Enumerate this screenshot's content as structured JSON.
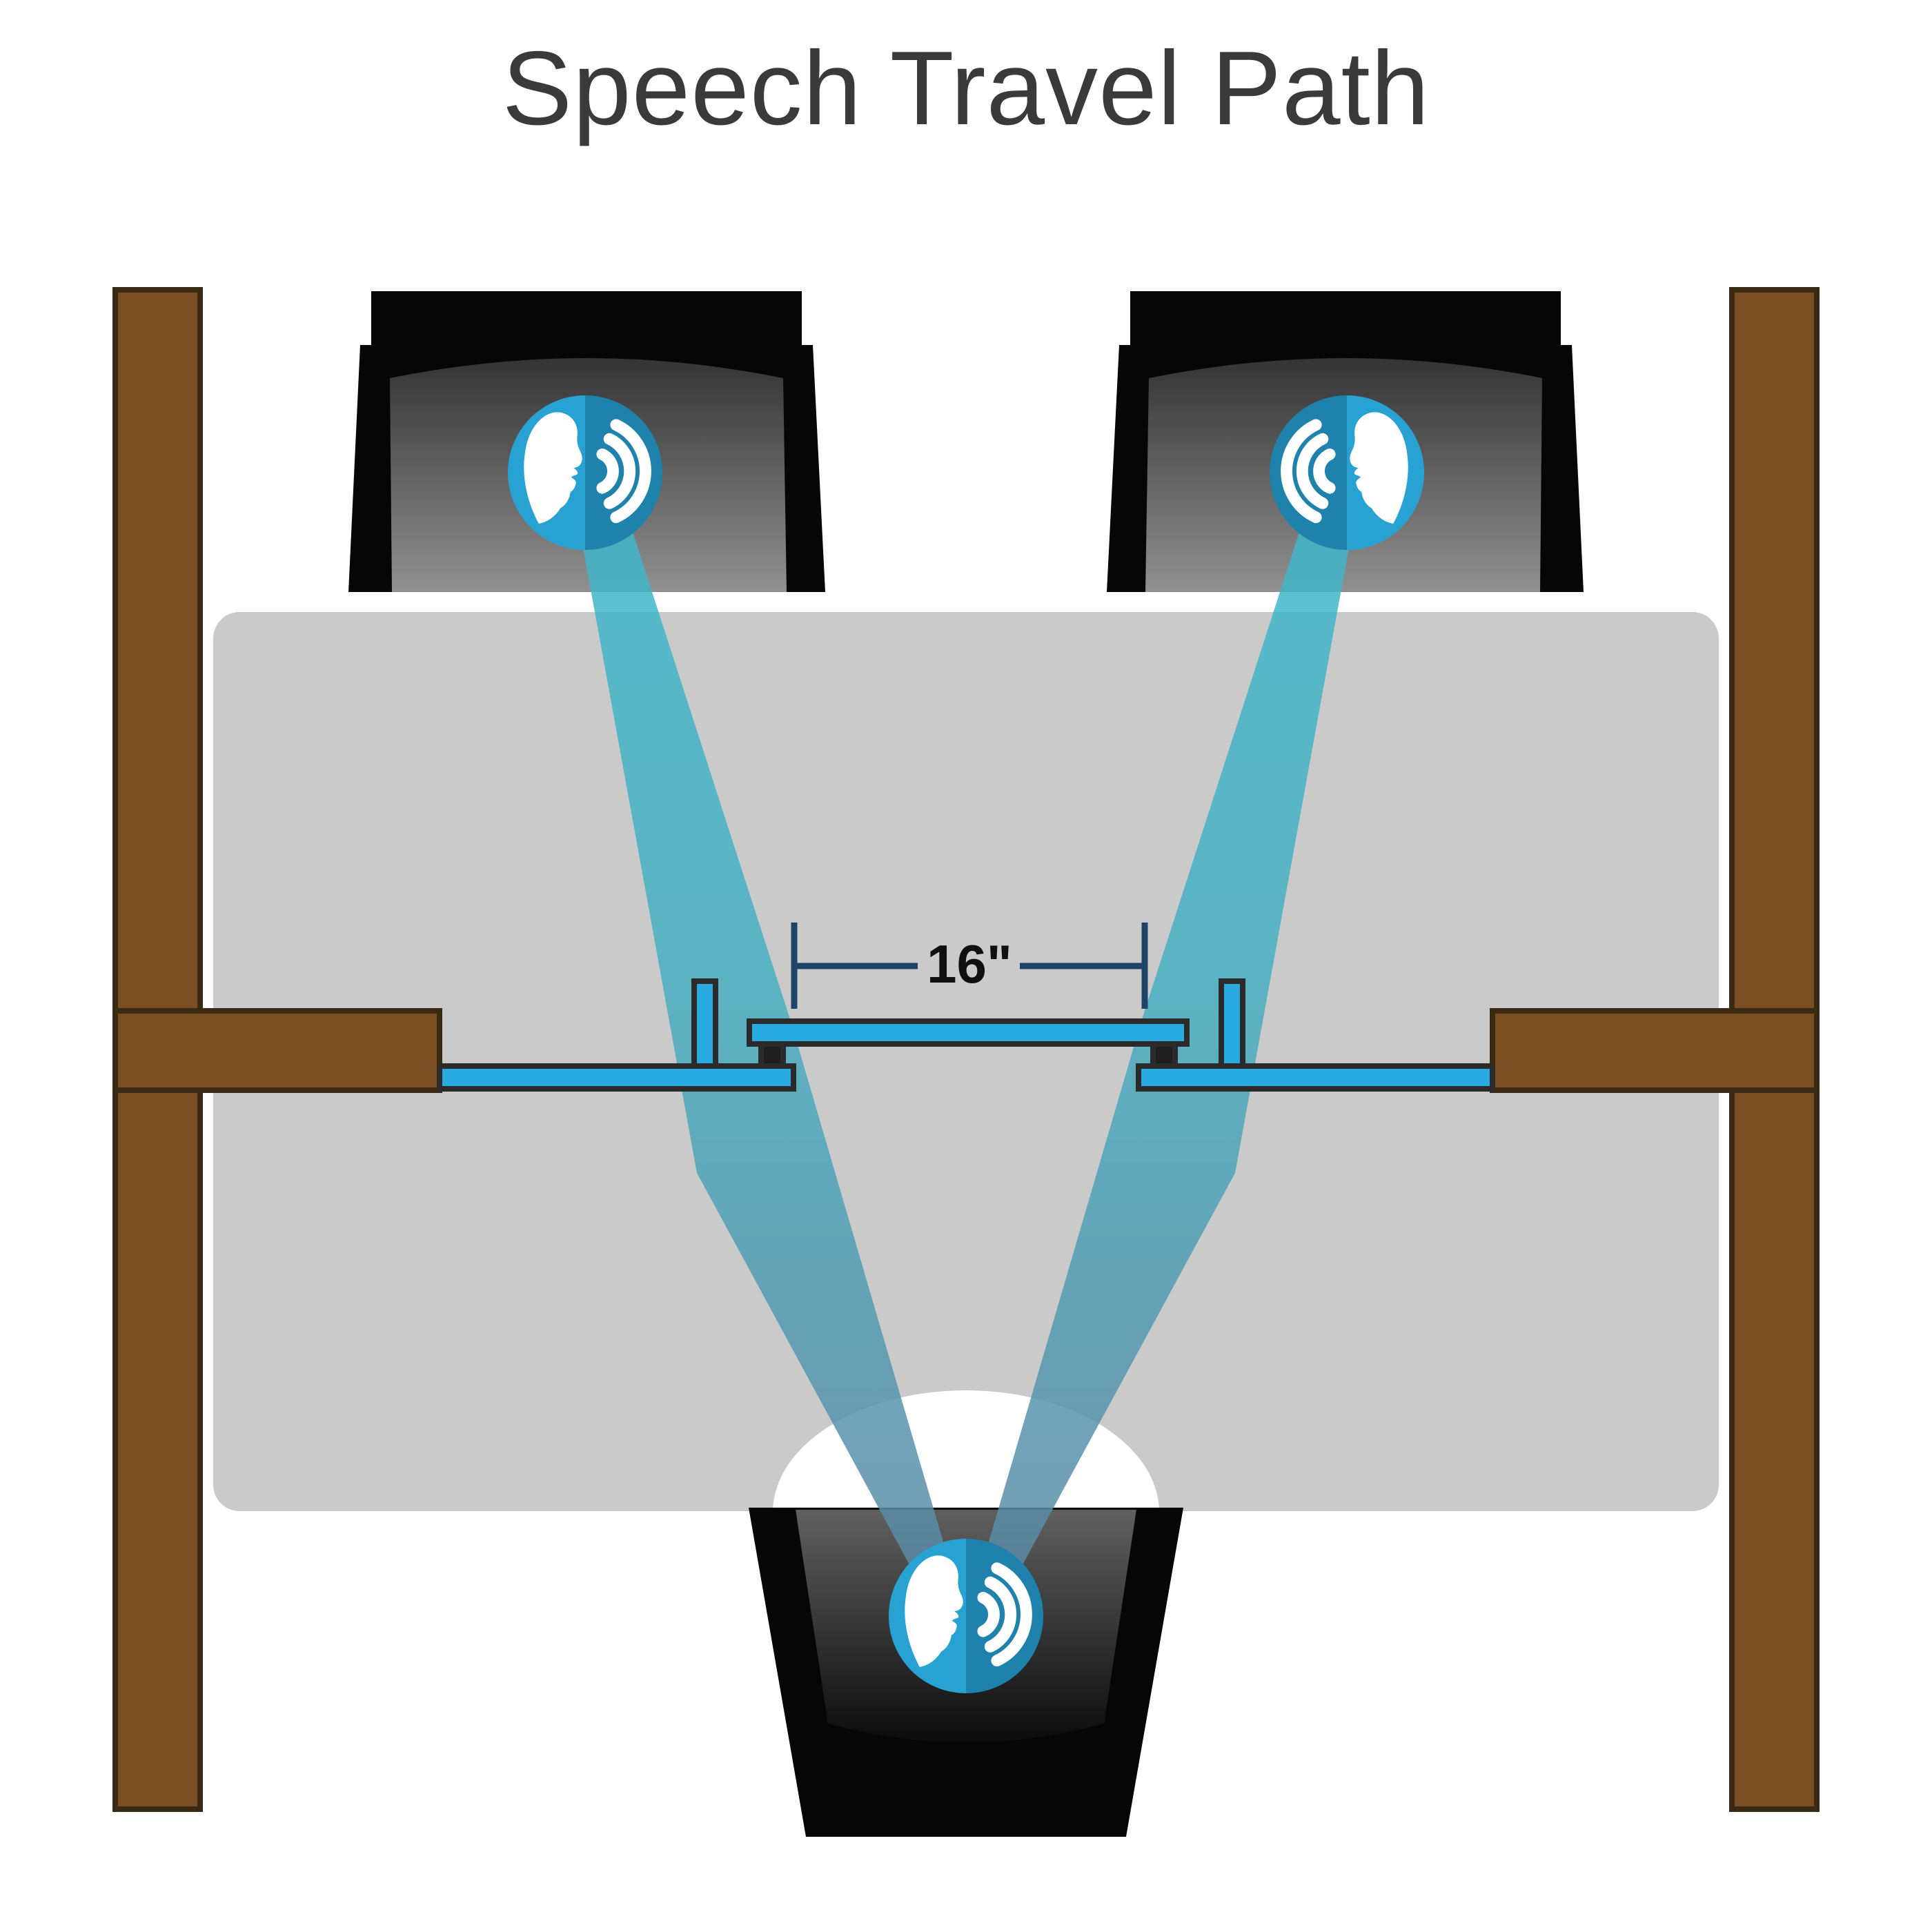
{
  "diagram": {
    "title": "Speech Travel Path",
    "dimension": {
      "label": "16\"",
      "value_inches": 16,
      "measures": "microphone-bar-width"
    }
  },
  "icons": {
    "speech_icon": "face-profile-with-sound-waves-icon",
    "instances": [
      {
        "name": "listener-top-left-speech-icon",
        "waves_direction": "right"
      },
      {
        "name": "listener-top-right-speech-icon",
        "waves_direction": "left"
      },
      {
        "name": "speaker-bottom-speech-icon",
        "waves_direction": "right"
      }
    ]
  },
  "scene": {
    "table": "conference-table-top-view",
    "posts": [
      "wood-post-left",
      "wood-post-right"
    ],
    "rails": [
      "wood-rail-left",
      "wood-rail-right"
    ],
    "mic_assembly": [
      "side-bar-left",
      "riser-left",
      "mic-bar-center",
      "foot-left",
      "foot-right",
      "riser-right",
      "side-bar-right"
    ],
    "cones": [
      "speech-path-cone-left",
      "speech-path-cone-right"
    ],
    "chairs": [
      "chair-top-left",
      "chair-top-right",
      "chair-bottom-center"
    ]
  },
  "colors": {
    "background": "#ffffff",
    "title_text": "#3a3a3a",
    "table_surface": "#cacaca",
    "notch_white": "#ffffff",
    "wood_fill": "#7a4e22",
    "wood_outline": "#3a2a14",
    "hardware_blue": "#29abe2",
    "hardware_outline": "#2b2b2b",
    "foot_black": "#1f1f1f",
    "cone_top_teal": "#3eb8cb",
    "cone_bottom_slate": "#5e87a3",
    "dimension_line": "#1e4468",
    "dimension_text": "#101010",
    "icon_light_half": "#27a2d3",
    "icon_dark_half": "#1e82ac",
    "icon_glyph": "#ffffff",
    "chair_black": "#060606"
  }
}
